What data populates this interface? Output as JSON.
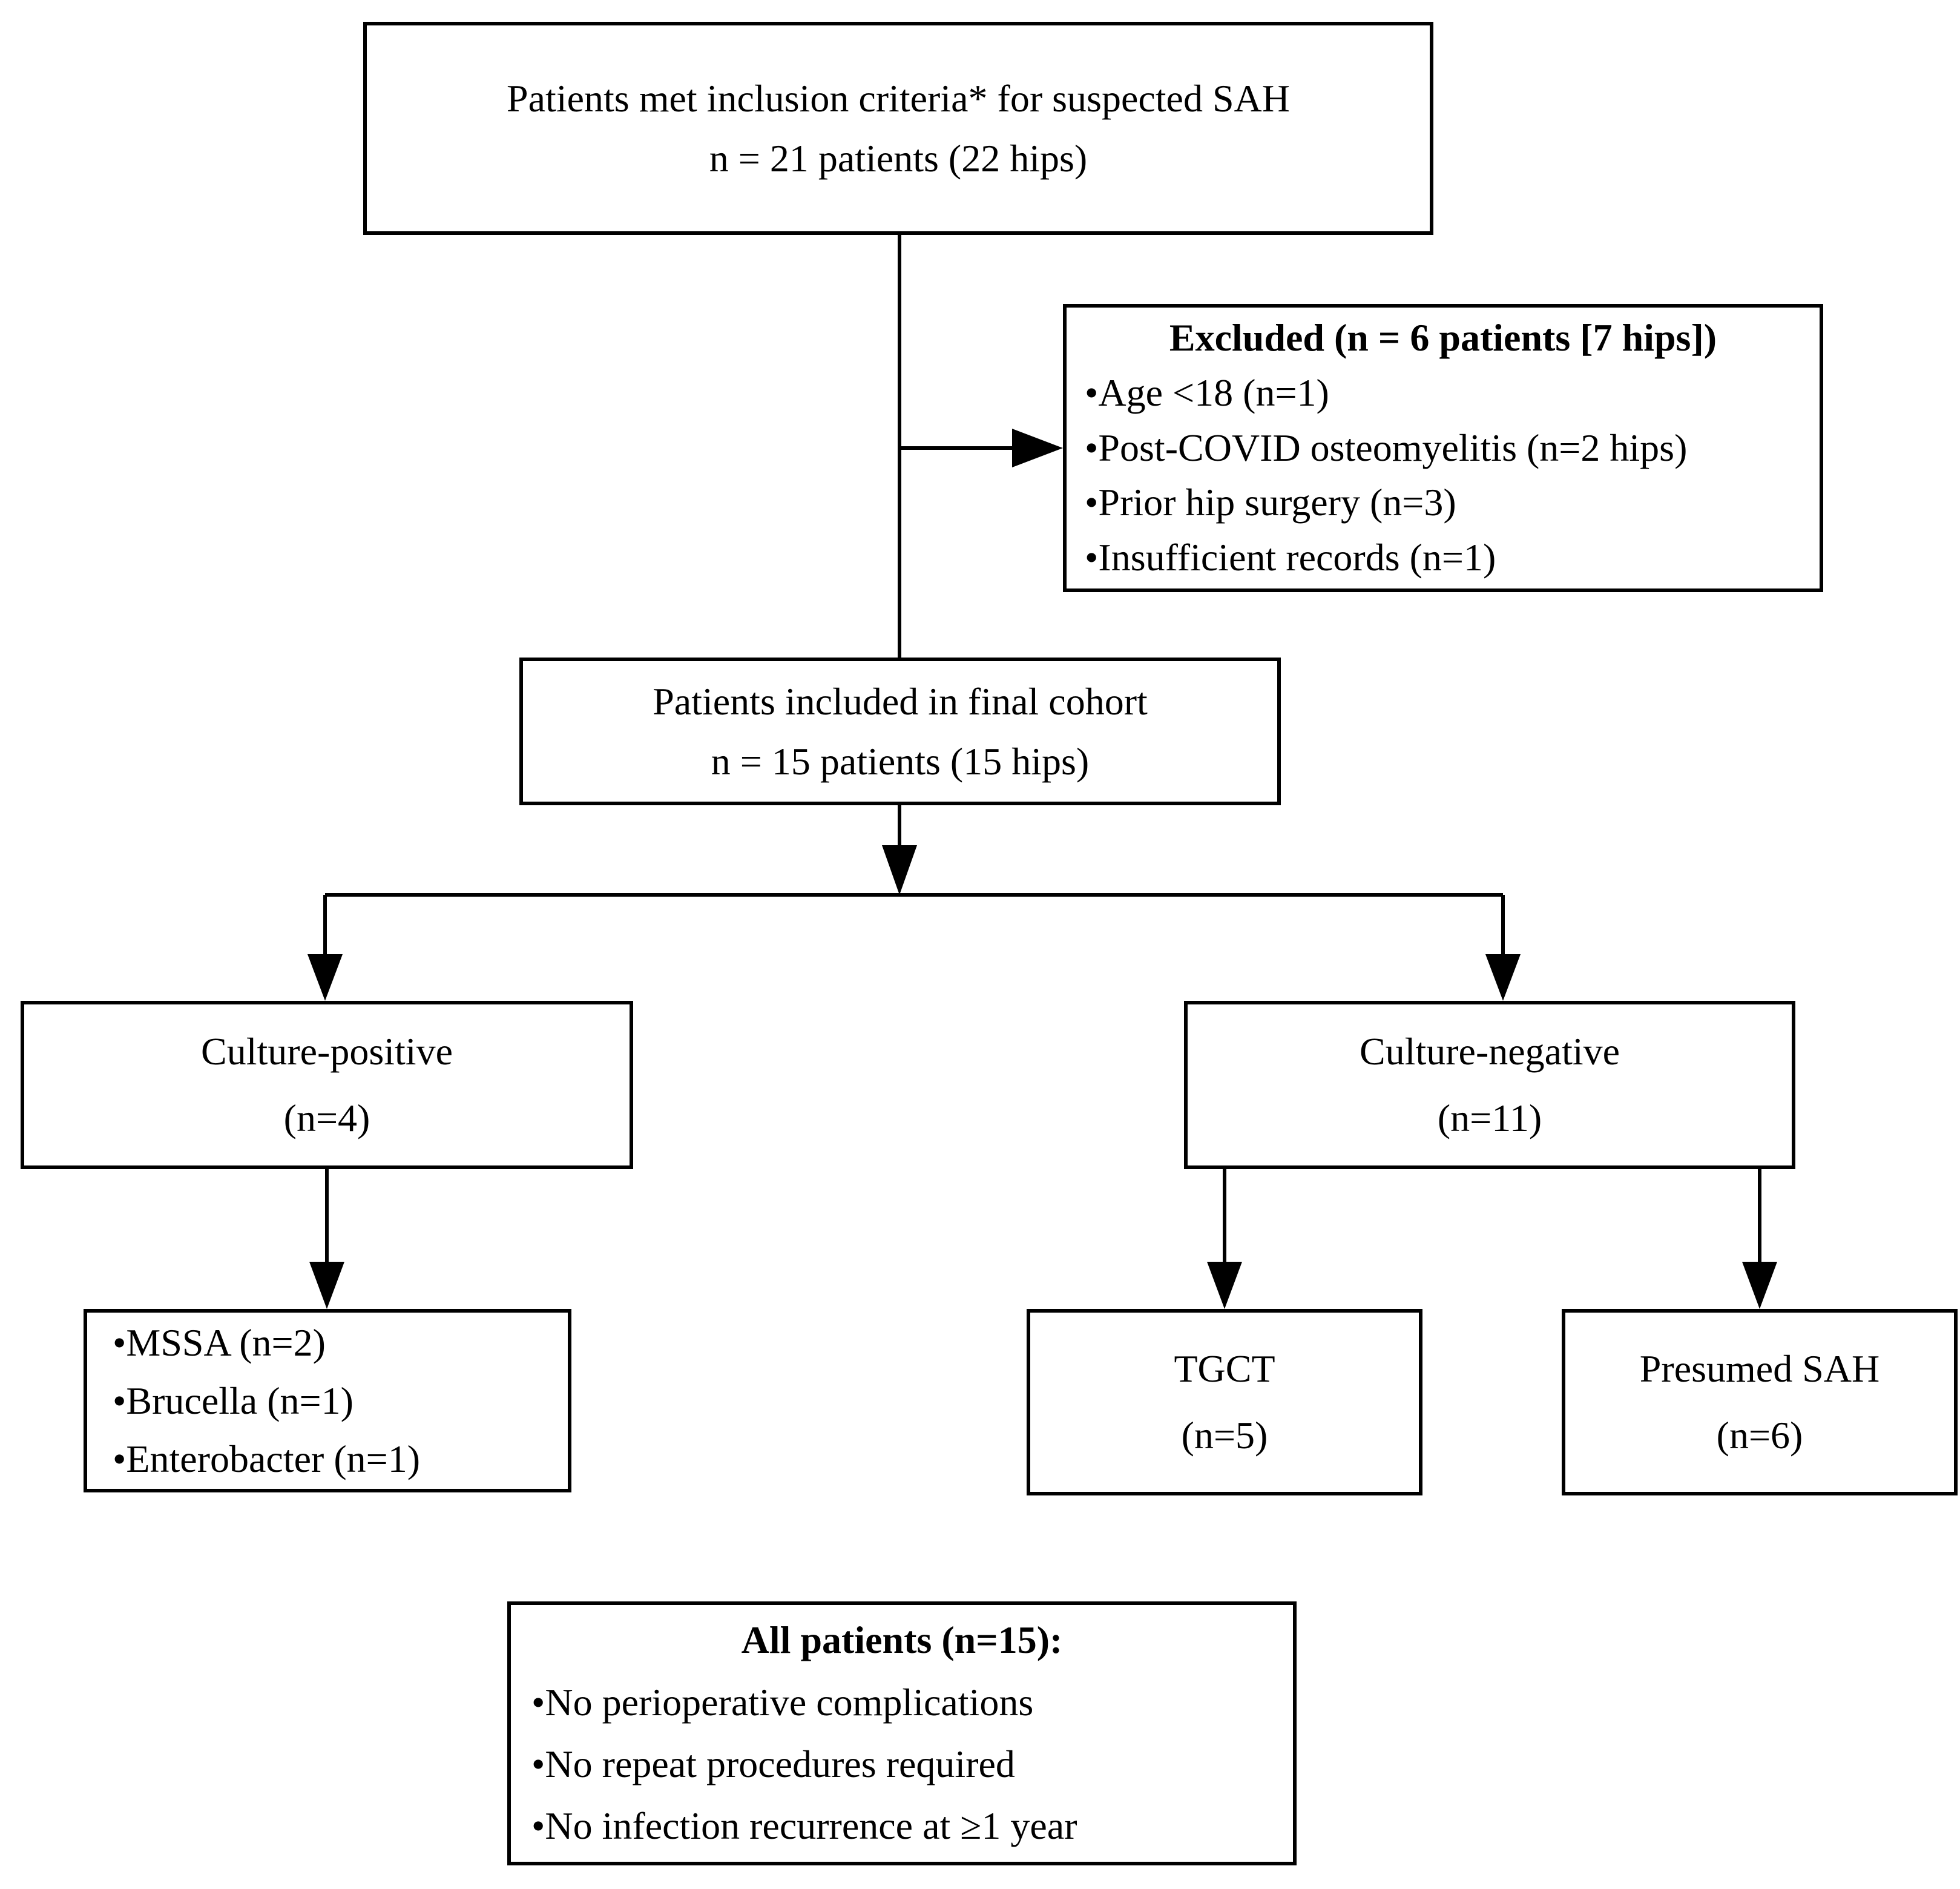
{
  "diagram": {
    "colors": {
      "border": "#000000",
      "background": "#ffffff",
      "text": "#000000"
    },
    "inclusion_box": {
      "line1": "Patients met inclusion criteria* for suspected SAH",
      "line2": "n = 21 patients (22 hips)"
    },
    "excluded_box": {
      "title": "Excluded (n = 6 patients [7 hips])",
      "items": [
        "•Age <18 (n=1)",
        "•Post-COVID osteomyelitis (n=2 hips)",
        "•Prior hip surgery (n=3)",
        "•Insufficient records (n=1)"
      ]
    },
    "cohort_box": {
      "line1": "Patients included in final cohort",
      "line2": "n = 15 patients (15 hips)"
    },
    "culture_positive_box": {
      "line1": "Culture-positive",
      "line2": "(n=4)"
    },
    "culture_negative_box": {
      "line1": "Culture-negative",
      "line2": "(n=11)"
    },
    "organisms_box": {
      "items": [
        "•MSSA (n=2)",
        "•Brucella (n=1)",
        "•Enterobacter (n=1)"
      ]
    },
    "tgct_box": {
      "line1": "TGCT",
      "line2": "(n=5)"
    },
    "presumed_sah_box": {
      "line1": "Presumed SAH",
      "line2": "(n=6)"
    },
    "outcomes_box": {
      "title": "All patients (n=15):",
      "items": [
        "•No perioperative complications",
        "•No repeat procedures required",
        "•No infection recurrence at ≥1 year"
      ]
    }
  }
}
